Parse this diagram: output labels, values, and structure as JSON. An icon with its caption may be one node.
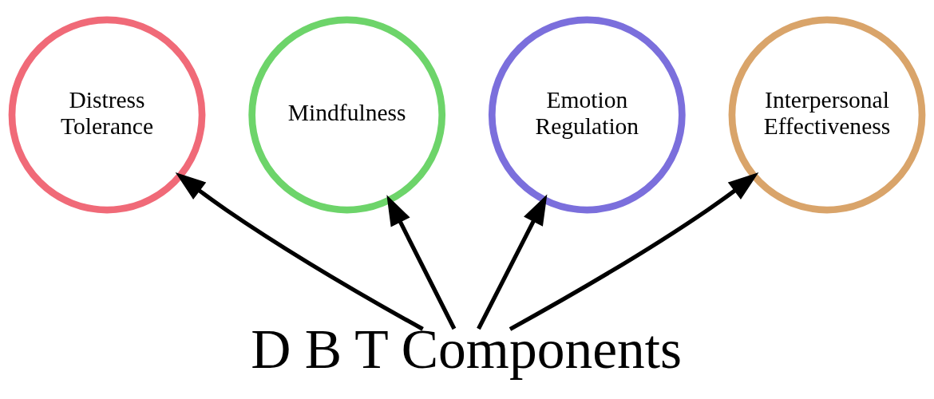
{
  "diagram": {
    "nodes": [
      {
        "text": [
          "D B T Components"
        ]
      },
      {
        "text": [
          "Distress Tolerance"
        ]
      },
      {
        "text": [
          "Mindfulness"
        ]
      },
      {
        "text": [
          "Emotion Regulation"
        ]
      },
      {
        "text": [
          "Interpersonal Effectiveness"
        ]
      }
    ],
    "edges": [
      {
        "from": 0,
        "to": 1,
        "arrow": "to"
      },
      {
        "from": 0,
        "to": 2,
        "arrow": "to"
      },
      {
        "from": 0,
        "to": 3,
        "arrow": "to"
      },
      {
        "from": 0,
        "to": 4,
        "arrow": "to"
      }
    ]
  }
}
